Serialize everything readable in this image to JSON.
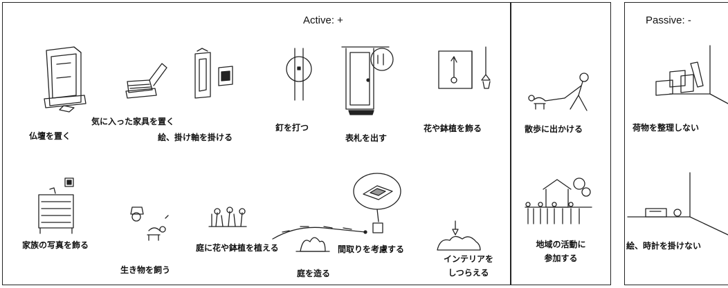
{
  "sections": {
    "active": {
      "title": "Active: +"
    },
    "passive": {
      "title": "Passive: -"
    }
  },
  "items": {
    "butsudan": "仏壇を置く",
    "furniture": "気に入った家具を置く",
    "scroll": "絵、掛け軸を掛ける",
    "nail": "釘を打つ",
    "nameplate": "表札を出す",
    "flowers": "花や鉢植を飾る",
    "family_photo": "家族の写真を飾る",
    "pet": "生き物を飼う",
    "garden_plant": "庭に花や鉢植を植える",
    "garden_make": "庭を造る",
    "layout": "間取りを考慮する",
    "interior": [
      "インテリアを",
      "しつらえる"
    ],
    "walk": "散歩に出かける",
    "community": [
      "地域の活動に",
      "参加する"
    ],
    "luggage": "荷物を整理しない",
    "no_hang": "絵、時計を掛けない"
  }
}
